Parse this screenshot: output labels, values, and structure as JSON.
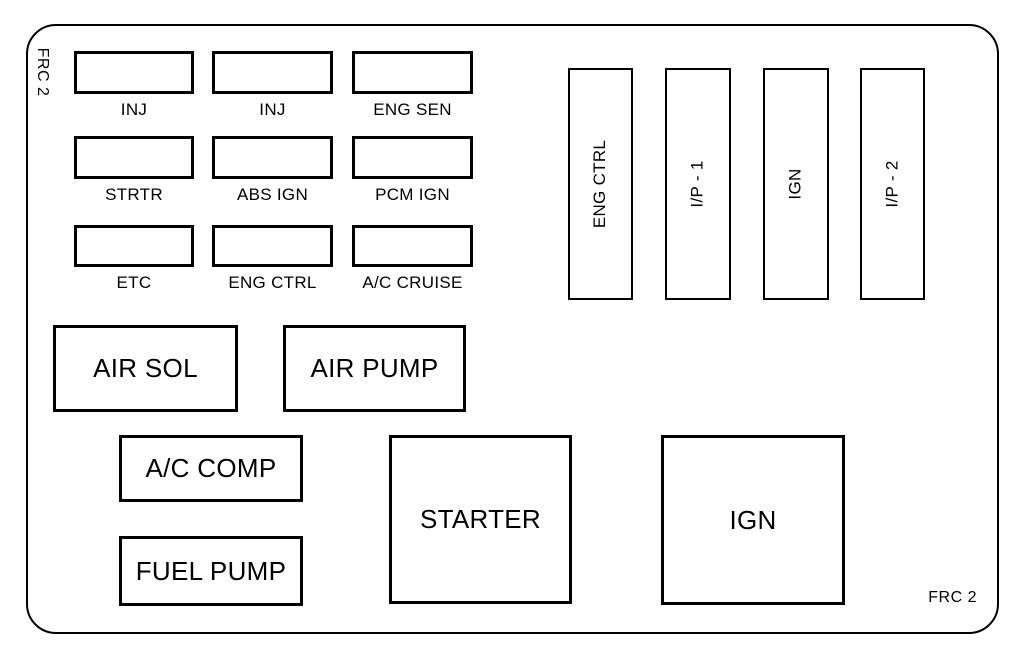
{
  "panel": {
    "corner_label_top_left": "FRC 2",
    "corner_label_bottom_right": "FRC 2"
  },
  "grid_fuses": [
    {
      "label": "INJ"
    },
    {
      "label": "INJ"
    },
    {
      "label": "ENG SEN"
    },
    {
      "label": "STRTR"
    },
    {
      "label": "ABS IGN"
    },
    {
      "label": "PCM IGN"
    },
    {
      "label": "ETC"
    },
    {
      "label": "ENG CTRL"
    },
    {
      "label": "A/C CRUISE"
    }
  ],
  "vertical_fuses": [
    {
      "label": "ENG CTRL"
    },
    {
      "label": "I/P - 1"
    },
    {
      "label": "IGN"
    },
    {
      "label": "I/P - 2"
    }
  ],
  "relays": [
    {
      "label": "AIR SOL"
    },
    {
      "label": "AIR PUMP"
    },
    {
      "label": "A/C COMP"
    },
    {
      "label": "FUEL PUMP"
    },
    {
      "label": "STARTER"
    },
    {
      "label": "IGN"
    }
  ],
  "colors": {
    "line": "#000000",
    "background": "#ffffff"
  }
}
